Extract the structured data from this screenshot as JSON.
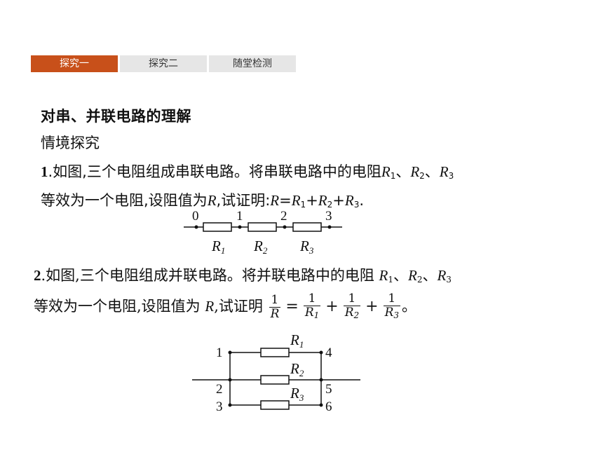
{
  "tabs": [
    {
      "label": "探究一",
      "active": true
    },
    {
      "label": "探究二",
      "active": false
    },
    {
      "label": "随堂检测",
      "active": false
    }
  ],
  "heading": "对串、并联电路的理解",
  "subheading": "情境探究",
  "problem1": {
    "number": "1",
    "text_a": ".如图,三个电阻组成串联电路。将串联电路中的电阻",
    "text_b": "等效为一个电阻,设阻值为",
    "text_c": ",试证明:",
    "formula_end": "."
  },
  "problem2": {
    "number": "2",
    "text_a": ".如图,三个电阻组成并联电路。将并联电路中的电阻 ",
    "text_b": "等效为一个电阻,设阻值为 ",
    "text_c": ",试证明",
    "end": "。"
  },
  "symbols": {
    "R": "R",
    "R1": "1",
    "R2": "2",
    "R3": "3",
    "sep": "、",
    "eq": "=",
    "plus": "+",
    "one": "1"
  },
  "series_circuit": {
    "nodes": [
      "0",
      "1",
      "2",
      "3"
    ],
    "resistors": [
      "R",
      "R",
      "R"
    ],
    "resistor_subs": [
      "1",
      "2",
      "3"
    ]
  },
  "parallel_circuit": {
    "left_nodes": [
      "1",
      "2",
      "3"
    ],
    "right_nodes": [
      "4",
      "5",
      "6"
    ],
    "resistors": [
      "R",
      "R",
      "R"
    ],
    "resistor_subs": [
      "1",
      "2",
      "3"
    ]
  }
}
